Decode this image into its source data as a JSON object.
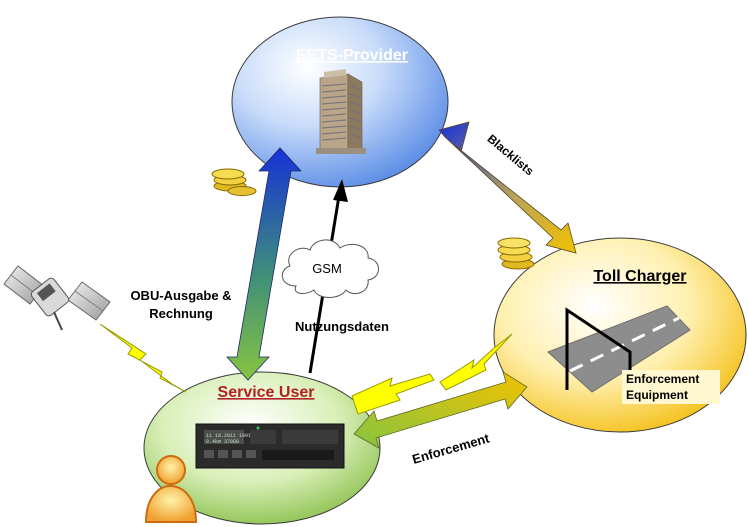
{
  "nodes": {
    "provider": {
      "title": "EETS-Provider",
      "title_color": "#ffffff"
    },
    "toll_charger": {
      "title": "Toll Charger",
      "title_color": "#000000",
      "equipment_label_1": "Enforcement",
      "equipment_label_2": "Equipment"
    },
    "service_user": {
      "title": "Service User",
      "title_color": "#b22222"
    }
  },
  "connections": {
    "obu_label_1": "OBU-Ausgabe &",
    "obu_label_2": "Rechnung",
    "usage_label": "Nutzungsdaten",
    "gsm_label": "GSM",
    "blacklists_label": "Blacklists",
    "enforcement_label": "Enforcement"
  },
  "device": {
    "line_1": "11 18.2011   1091.18",
    "line_2": "0.4km  37980"
  },
  "colors": {
    "provider_fill": "#6a96e8",
    "toll_fill": "#f5c518",
    "user_fill": "#8cc63f",
    "arrow_blue": "#1f3fd6",
    "arrow_green": "#7bc142",
    "arrow_gold": "#f2c200",
    "lightning": "#ffff00"
  },
  "icons": [
    "building-icon",
    "satellite-icon",
    "coins-icon",
    "lightning-icon",
    "road-icon",
    "tachograph-device-icon",
    "person-icon",
    "cloud-icon"
  ]
}
